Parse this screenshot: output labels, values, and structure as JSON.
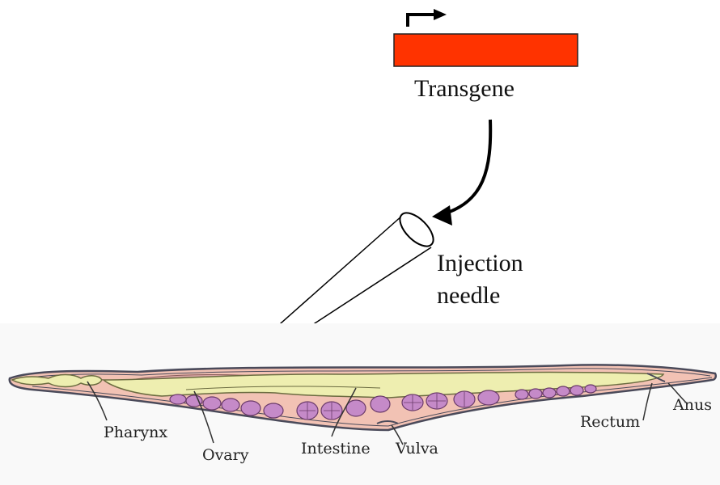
{
  "diagram": {
    "transgene_label": "Transgene",
    "needle_label_line1": "Injection",
    "needle_label_line2": "needle",
    "anatomy_labels": {
      "pharynx": "Pharynx",
      "ovary": "Ovary",
      "intestine": "Intestine",
      "vulva": "Vulva",
      "rectum": "Rectum",
      "anus": "Anus"
    },
    "colors": {
      "transgene_bar": "#ff3300",
      "panel_background": "#f9f9f9",
      "worm_body": "#f2c2b4",
      "intestine": "#eeeeb0",
      "ovary": "#d9a6a6",
      "embryo": "#c58ac8",
      "outline": "#4a4a5a"
    }
  }
}
